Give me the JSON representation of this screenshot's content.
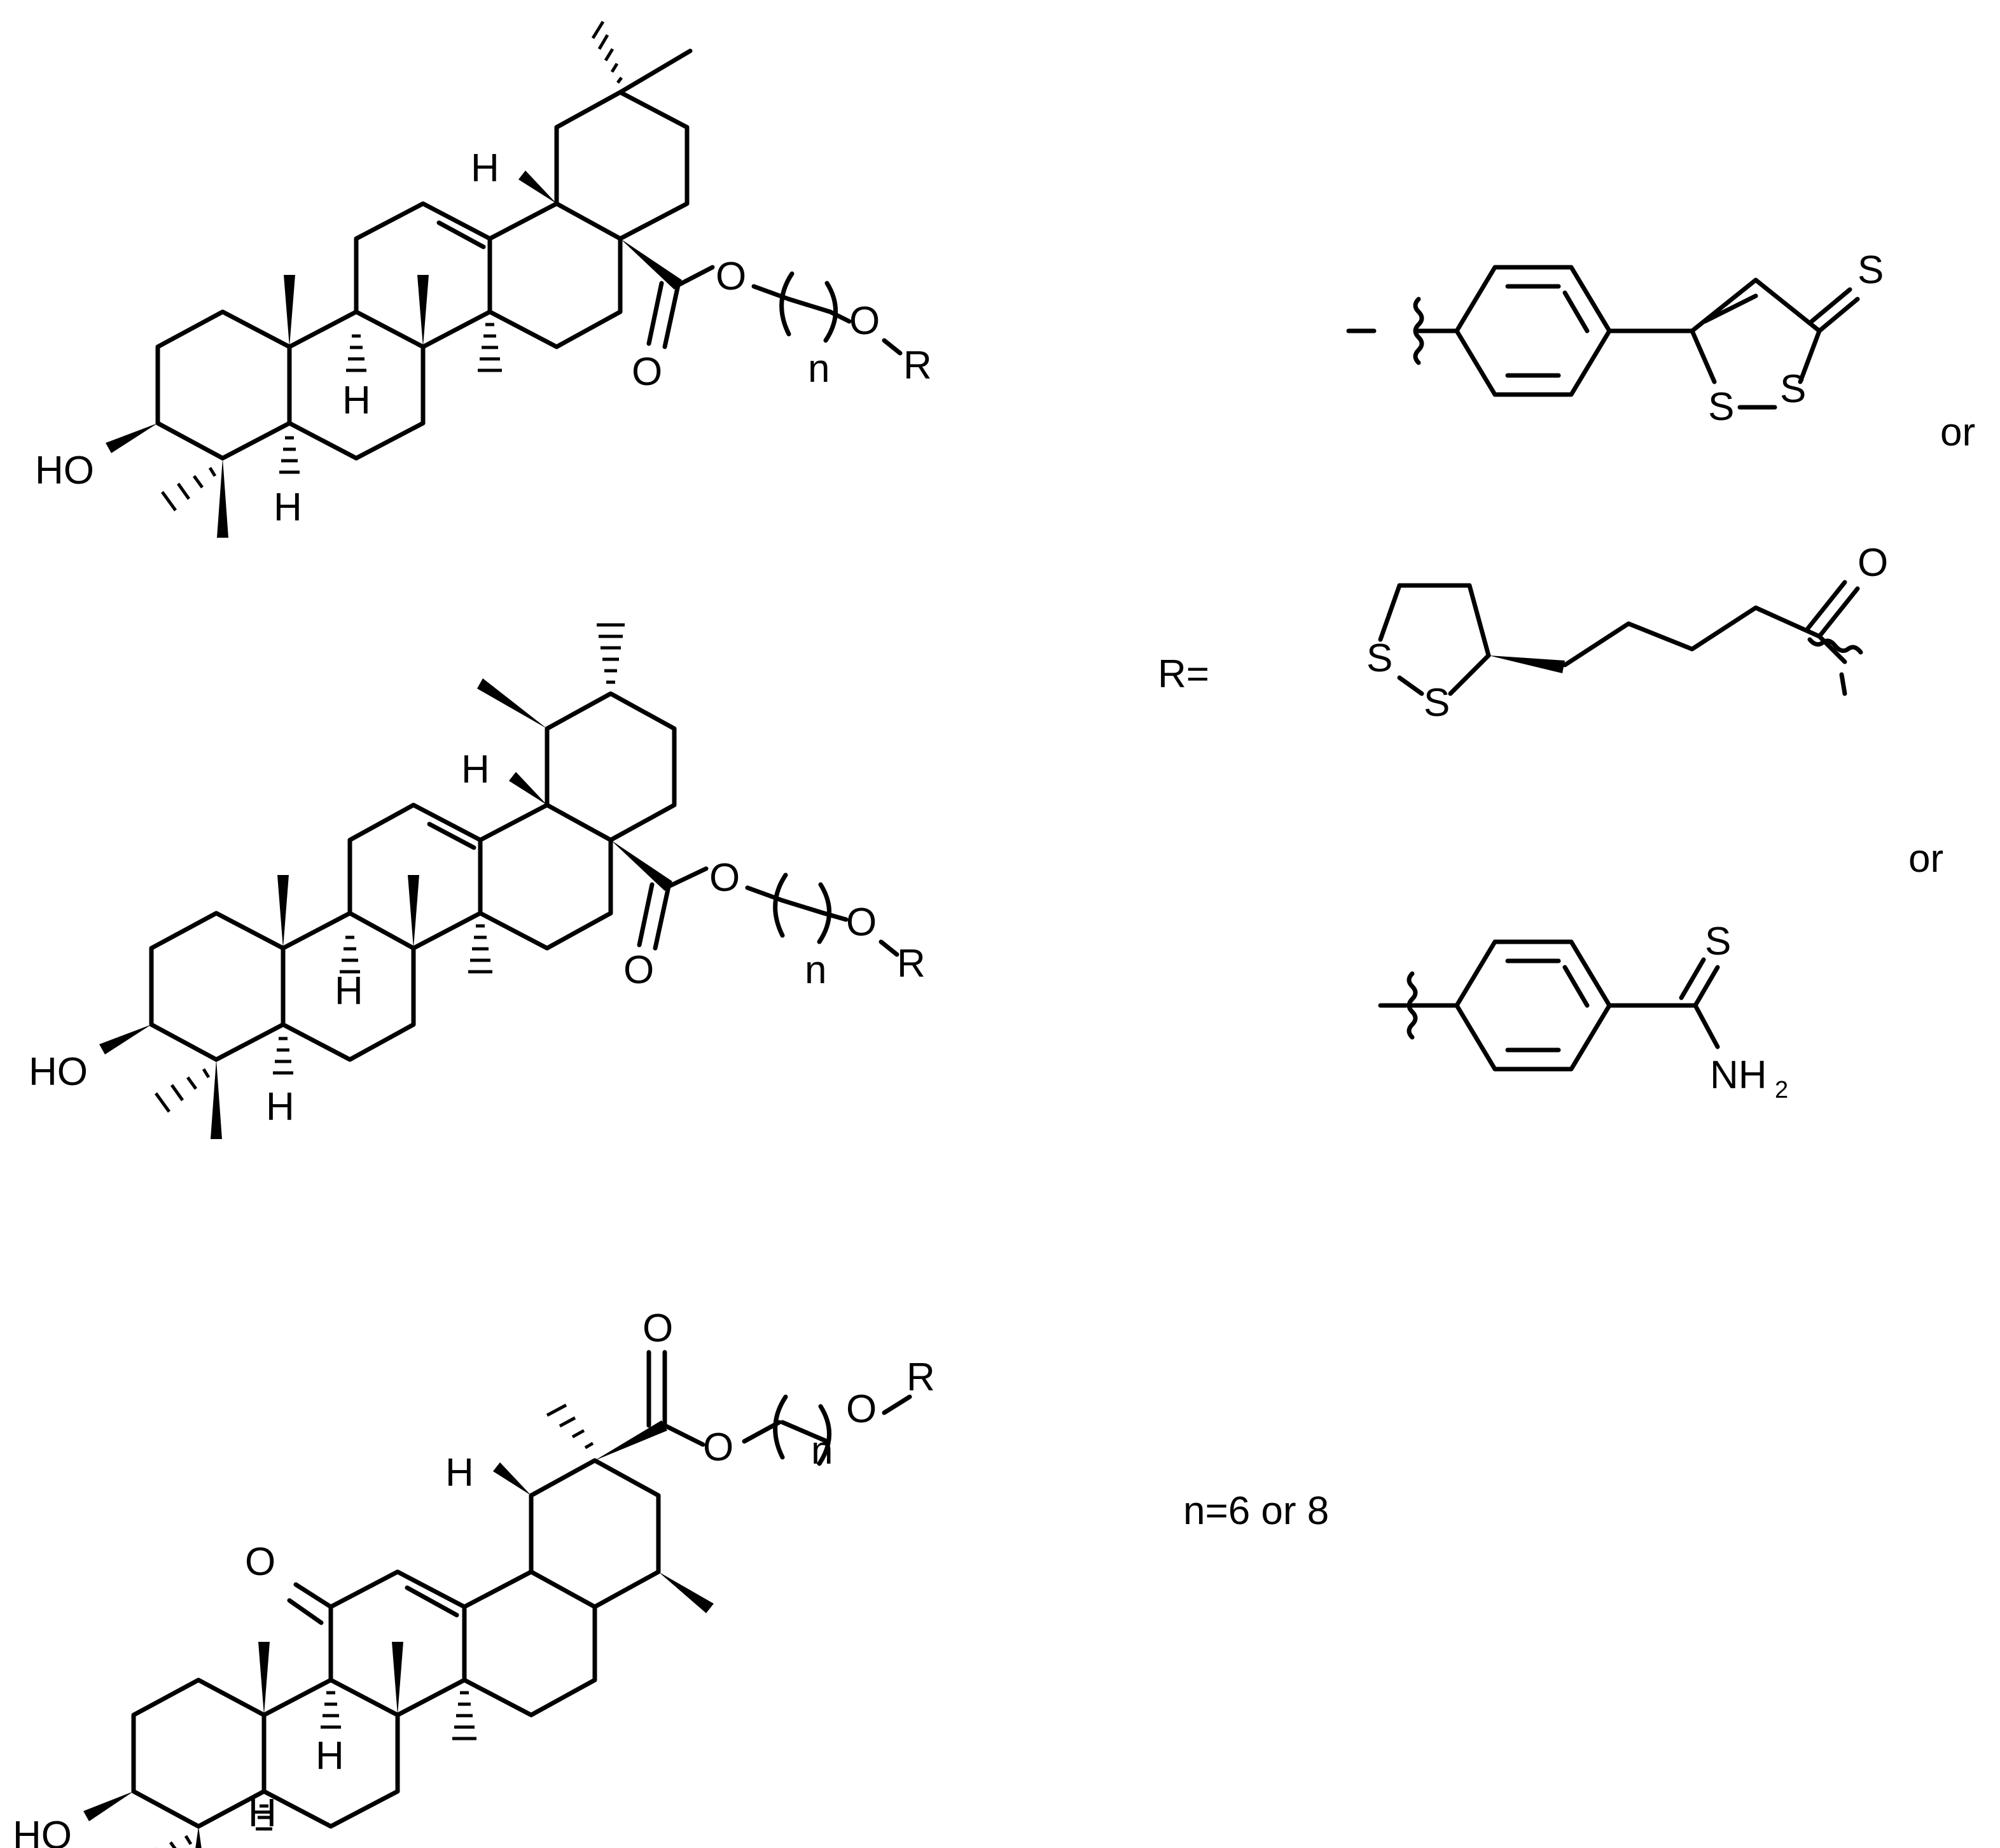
{
  "scheme": {
    "r_definition": "R=",
    "separators": [
      "or",
      "or"
    ],
    "n_note": "n=6 or 8"
  },
  "labels": {
    "H": "H",
    "HO": "HO",
    "O": "O",
    "R": "R",
    "n": "n",
    "S": "S",
    "NH": "NH",
    "sub2": "2"
  },
  "structures": [
    {
      "kind": "oleanane ester (top)"
    },
    {
      "kind": "ursane ester (middle)"
    },
    {
      "kind": "11-oxo oleanane ester (bottom)"
    }
  ],
  "substituents": [
    {
      "kind": "4-(3-thioxo-1,2-dithiol-5-yl)phenyl"
    },
    {
      "kind": "lipoyl"
    },
    {
      "kind": "4-thiocarbamoylphenyl"
    }
  ],
  "colors": {
    "ink": "#000000",
    "background": "#ffffff"
  }
}
